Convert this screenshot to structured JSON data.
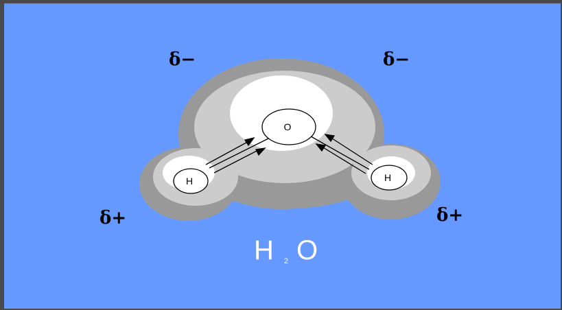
{
  "diagram": {
    "labels": {
      "charge_top_left": "δ−",
      "charge_top_right": "δ−",
      "charge_bottom_left": "δ+",
      "charge_bottom_right": "δ+"
    },
    "atoms": {
      "oxygen": "O",
      "hydrogen_left": "H",
      "hydrogen_right": "H"
    },
    "formula": {
      "main": "H",
      "subscript": "2",
      "tail": "O"
    },
    "colors": {
      "background": "#6699ff",
      "shell_dark": "#999999",
      "shell_mid": "#cccccc",
      "core": "#ffffff"
    }
  }
}
